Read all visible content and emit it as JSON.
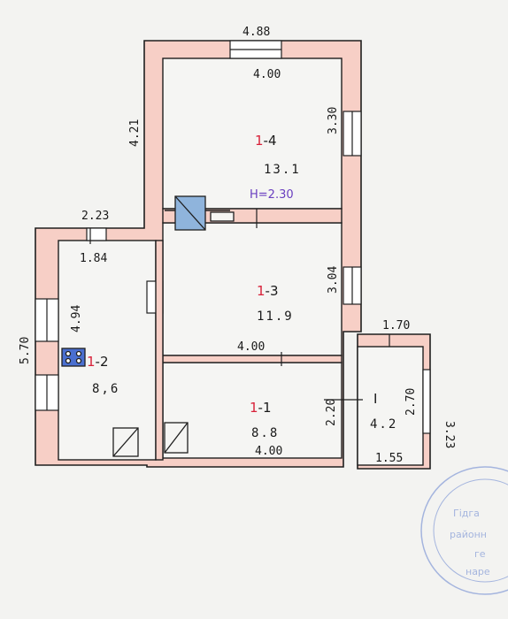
{
  "rooms": [
    {
      "id_prefix": "1",
      "id_suffix": "-4",
      "area": "13.1"
    },
    {
      "id_prefix": "1",
      "id_suffix": "-3",
      "area": "11.9"
    },
    {
      "id_prefix": "1",
      "id_suffix": "-2",
      "area": "8,6"
    },
    {
      "id_prefix": "1",
      "id_suffix": "-1",
      "area": "8.8"
    },
    {
      "id_prefix": "I",
      "id_suffix": "",
      "area": "4.2"
    }
  ],
  "height_note": "H=2.30",
  "dimensions": {
    "top_outer": "4.88",
    "top_inner": "4.00",
    "left_upper": "4.21",
    "room4_right": "3.30",
    "room3_right": "3.04",
    "mid_width": "4.00",
    "bottom_width": "4.00",
    "left_wing_outer": "2.23",
    "left_wing_inner": "1.84",
    "left_outer": "5.70",
    "left_inner": "4.94",
    "room1_side": "2.20",
    "annex_top": "1.70",
    "annex_bottom": "1.55",
    "annex_inner": "2.70",
    "annex_outer": "3.23"
  },
  "stamp": {
    "line1": "Гідга",
    "line2": "районн",
    "line3": "ге",
    "line4": "наре"
  },
  "colors": {
    "wall_fill": "#f7cfc6",
    "wall_stroke": "#1f1f1f",
    "stove_fill": "#8fb4dc",
    "stamp": "#8aa0d8"
  }
}
